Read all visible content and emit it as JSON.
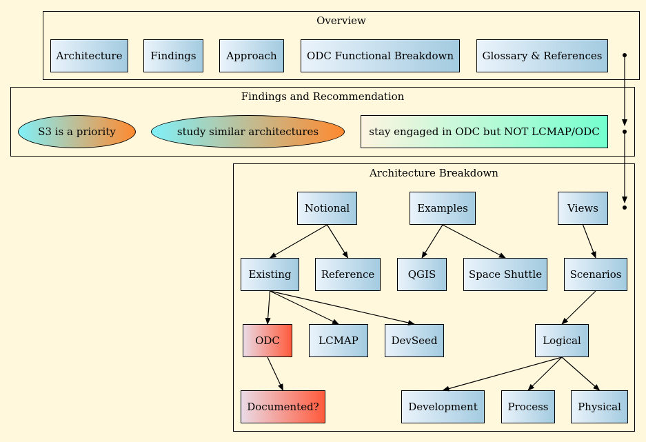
{
  "clusters": {
    "overview": {
      "title": "Overview",
      "nodes": [
        "Architecture",
        "Findings",
        "Approach",
        "ODC Functional Breakdown",
        "Glossary & References"
      ]
    },
    "findings": {
      "title": "Findings and Recommendation",
      "nodes": [
        "S3 is a priority",
        "study similar architectures",
        "stay engaged in ODC but NOT LCMAP/ODC"
      ]
    },
    "breakdown": {
      "title": "Architecture Breakdown",
      "nodes": {
        "notional": "Notional",
        "examples": "Examples",
        "views": "Views",
        "existing": "Existing",
        "reference": "Reference",
        "qgis": "QGIS",
        "space_shuttle": "Space Shuttle",
        "scenarios": "Scenarios",
        "odc": "ODC",
        "lcmap": "LCMAP",
        "devseed": "DevSeed",
        "logical": "Logical",
        "documented": "Documented?",
        "development": "Development",
        "process": "Process",
        "physical": "Physical"
      }
    }
  },
  "colors": {
    "background": "#fff8dc",
    "node_gradient": [
      "#eaf3fb",
      "#a3cbe0"
    ],
    "red_gradient": [
      "#eadbe6",
      "#ff5a3c"
    ],
    "green_gradient": [
      "#fdf4e0",
      "#74ffce"
    ],
    "ellipse_gradient": [
      "#80f0f8",
      "#ff8a30"
    ]
  },
  "edges": [
    [
      "notional",
      "existing"
    ],
    [
      "notional",
      "reference"
    ],
    [
      "examples",
      "qgis"
    ],
    [
      "examples",
      "space_shuttle"
    ],
    [
      "views",
      "scenarios"
    ],
    [
      "existing",
      "odc"
    ],
    [
      "existing",
      "lcmap"
    ],
    [
      "existing",
      "devseed"
    ],
    [
      "scenarios",
      "logical"
    ],
    [
      "odc",
      "documented"
    ],
    [
      "logical",
      "development"
    ],
    [
      "logical",
      "process"
    ],
    [
      "logical",
      "physical"
    ]
  ]
}
